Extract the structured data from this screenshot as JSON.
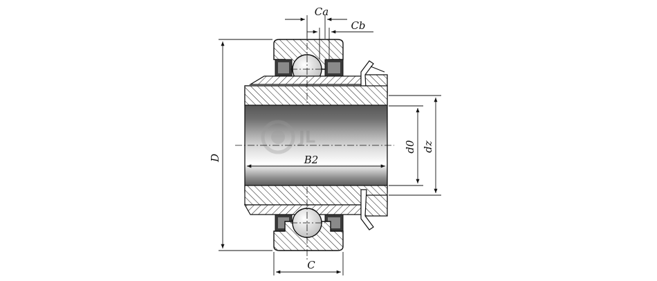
{
  "diagram": {
    "labels": {
      "ca": "Ca",
      "cb": "Cb",
      "d_outer": "D",
      "b2": "B2",
      "d0": "d0",
      "dz": "dz",
      "c": "C"
    },
    "colors": {
      "outline": "#111111",
      "hatch": "#222222",
      "ring_fill": "#ffffff",
      "sleeve_shade_dark": "#2a2a2a",
      "sleeve_shade_light": "#d8d8d8",
      "ball_fill": "#ececec",
      "watermark": "#c8c8c8"
    }
  }
}
